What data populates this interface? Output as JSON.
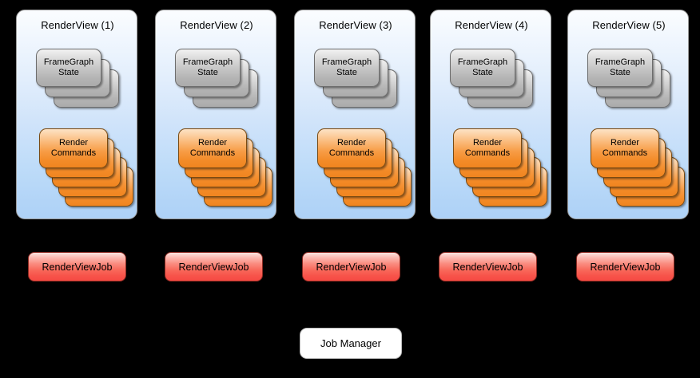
{
  "diagram": {
    "background_color": "#000000",
    "panel_accent": "#aed2f7",
    "card_grey_color": "#c6c6c6",
    "card_orange_color": "#f79c45",
    "job_button_color": "#f8685a",
    "job_manager_color": "#ffffff"
  },
  "views": [
    {
      "title": "RenderView (1)",
      "framegraph": {
        "line1": "FrameGraph",
        "line2": "State",
        "stack_count": 3
      },
      "commands": {
        "line1": "Render",
        "line2": "Commands",
        "stack_count": 5
      }
    },
    {
      "title": "RenderView (2)",
      "framegraph": {
        "line1": "FrameGraph",
        "line2": "State",
        "stack_count": 3
      },
      "commands": {
        "line1": "Render",
        "line2": "Commands",
        "stack_count": 5
      }
    },
    {
      "title": "RenderView (3)",
      "framegraph": {
        "line1": "FrameGraph",
        "line2": "State",
        "stack_count": 3
      },
      "commands": {
        "line1": "Render",
        "line2": "Commands",
        "stack_count": 5
      }
    },
    {
      "title": "RenderView (4)",
      "framegraph": {
        "line1": "FrameGraph",
        "line2": "State",
        "stack_count": 3
      },
      "commands": {
        "line1": "Render",
        "line2": "Commands",
        "stack_count": 5
      }
    },
    {
      "title": "RenderView (5)",
      "framegraph": {
        "line1": "FrameGraph",
        "line2": "State",
        "stack_count": 3
      },
      "commands": {
        "line1": "Render",
        "line2": "Commands",
        "stack_count": 5
      }
    }
  ],
  "jobs": [
    {
      "label": "RenderViewJob"
    },
    {
      "label": "RenderViewJob"
    },
    {
      "label": "RenderViewJob"
    },
    {
      "label": "RenderViewJob"
    },
    {
      "label": "RenderViewJob"
    }
  ],
  "job_manager": {
    "label": "Job Manager"
  }
}
